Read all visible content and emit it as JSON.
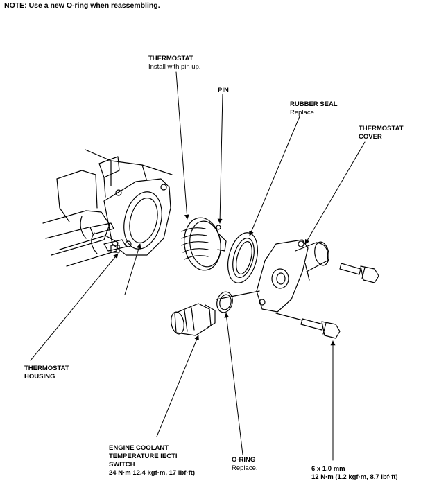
{
  "note": "NOTE:  Use a new O-ring when reassembling.",
  "labels": {
    "thermostat": {
      "title": "THERMOSTAT",
      "sub": "Install with pin up."
    },
    "pin": {
      "title": "PIN"
    },
    "rubber_seal": {
      "title": "RUBBER SEAL",
      "sub": "Replace."
    },
    "thermostat_cover": {
      "title_line1": "THERMOSTAT",
      "title_line2": "COVER"
    },
    "thermostat_housing": {
      "title_line1": "THERMOSTAT",
      "title_line2": "HOUSING"
    },
    "ect_switch": {
      "line1": "ENGINE COOLANT",
      "line2": "TEMPERATURE IECTI",
      "line3": "SWITCH",
      "torque_value": "24 N·m",
      "torque_detail": " 12.4 kgf·m, 17 lbf·ft)"
    },
    "o_ring": {
      "title": "O-RING",
      "sub": "Replace."
    },
    "bolt_spec": {
      "size": "6 x 1.0 mm",
      "torque": "12 N·m (1.2 kgf·m, 8.7 lbf·ft)"
    }
  },
  "colors": {
    "ink": "#000000",
    "paper": "#ffffff"
  }
}
